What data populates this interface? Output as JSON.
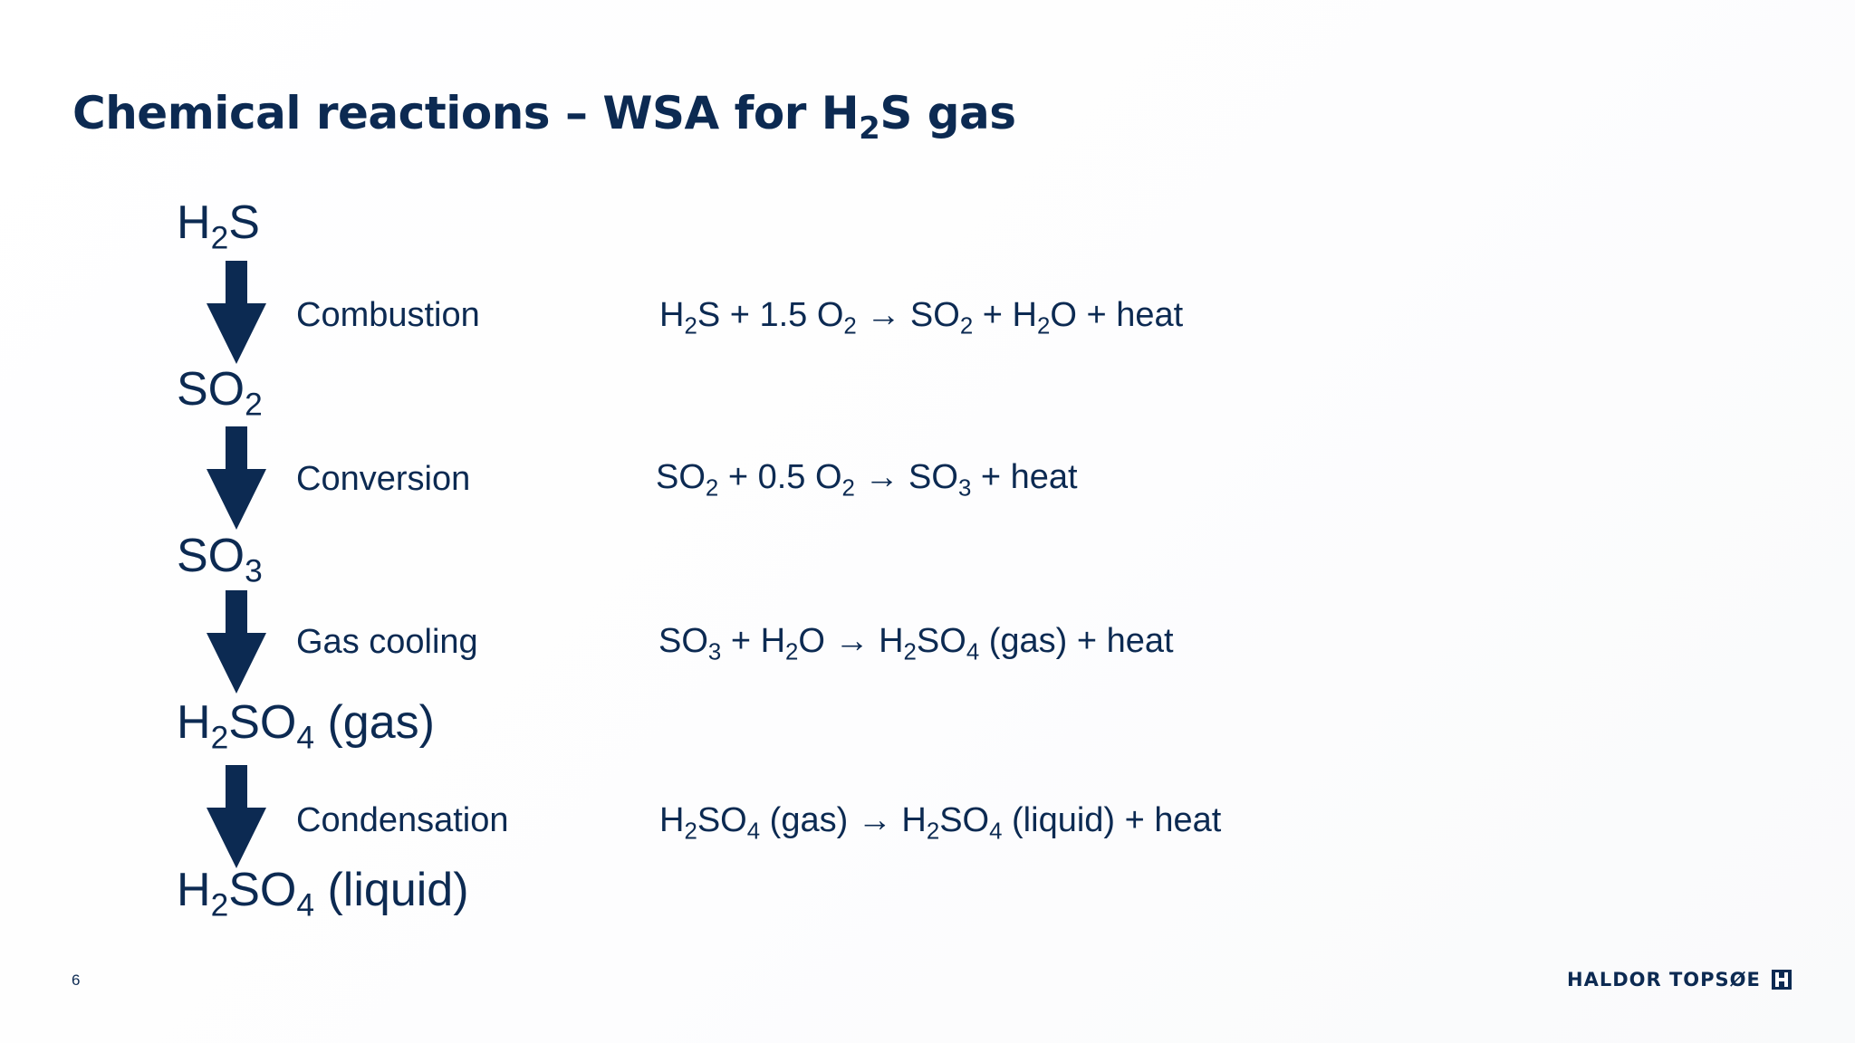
{
  "slide": {
    "title": {
      "prefix": "Chemical reactions – WSA for H",
      "sub": "2",
      "suffix": "S gas"
    },
    "page_number": "6",
    "logo_text": "HALDOR TOPSØE"
  },
  "species": [
    {
      "main": "H",
      "sub": "2",
      "rest": "S",
      "sub2": "",
      "rest2": ""
    },
    {
      "main": "SO",
      "sub": "2",
      "rest": "",
      "sub2": "",
      "rest2": ""
    },
    {
      "main": "SO",
      "sub": "3",
      "rest": "",
      "sub2": "",
      "rest2": ""
    },
    {
      "main": "H",
      "sub": "2",
      "rest": "SO",
      "sub2": "4",
      "rest2": " (gas)"
    },
    {
      "main": "H",
      "sub": "2",
      "rest": "SO",
      "sub2": "4",
      "rest2": " (liquid)"
    }
  ],
  "steps": [
    {
      "label": "Combustion"
    },
    {
      "label": "Conversion"
    },
    {
      "label": "Gas cooling"
    },
    {
      "label": "Condensation"
    }
  ],
  "equations": [
    {
      "parts": [
        "H",
        "2",
        "S + 1.5 O",
        "2",
        " → SO",
        "2",
        " + H",
        "2",
        "O + heat"
      ]
    },
    {
      "parts": [
        "SO",
        "2",
        " + 0.5 O",
        "2",
        " → SO",
        "3",
        " + heat"
      ]
    },
    {
      "parts": [
        "SO",
        "3",
        " + H",
        "2",
        "O → H",
        "2",
        "SO",
        "4",
        " (gas) + heat"
      ]
    },
    {
      "parts": [
        "H",
        "2",
        "SO",
        "4",
        " (gas) → H",
        "2",
        "SO",
        "4",
        " (liquid) + heat"
      ]
    }
  ],
  "colors": {
    "primary": "#0c2a52",
    "background": "#ffffff"
  },
  "icons": {
    "arrow": "down-arrow-icon",
    "logo": "haldor-topsoe-logo-icon"
  }
}
